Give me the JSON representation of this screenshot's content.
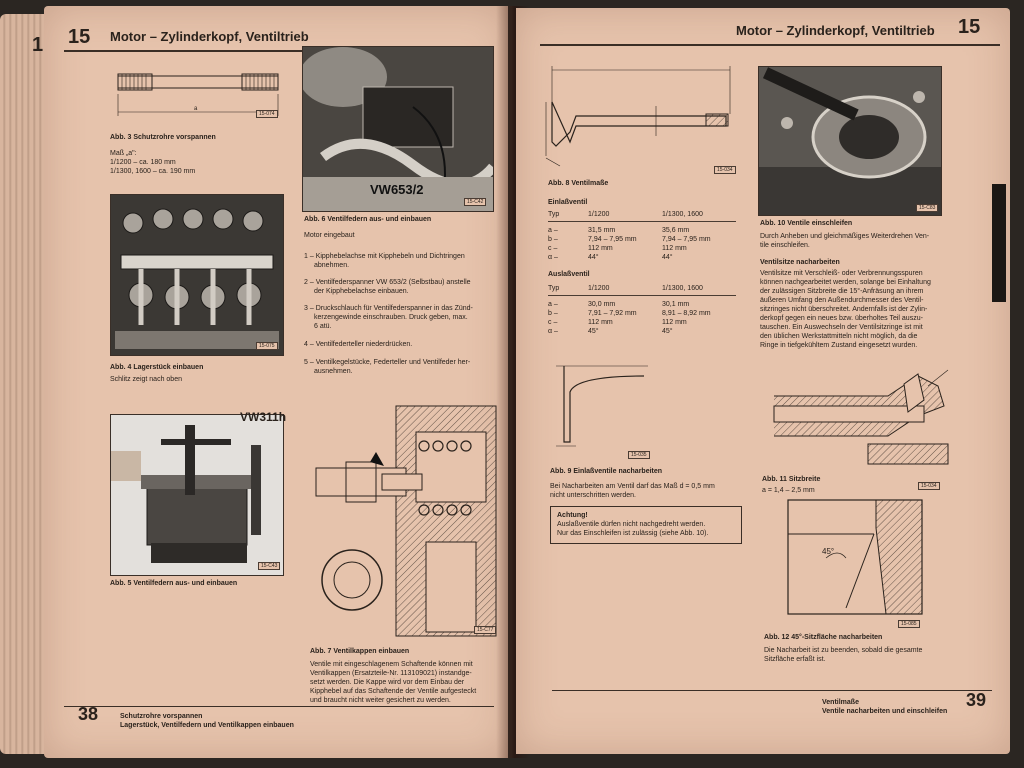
{
  "left_page": {
    "edge_chapter": "1",
    "chapter_number": "15",
    "chapter_title": "Motor – Zylinderkopf, Ventiltrieb",
    "page_number": "38",
    "footer": {
      "line1": "Schutzrohre vorspannen",
      "line2": "Lagerstück, Ventilfedern und Ventilkappen einbauen"
    },
    "fig3": {
      "caption": "Abb. 3 Schutzrohre vorspannen",
      "dim_label": "a",
      "line1": "Maß „a\":",
      "line2": "1/1200 – ca. 180 mm",
      "line3": "1/1300, 1600 – ca. 190 mm",
      "ref": "15-074"
    },
    "fig4": {
      "caption": "Abb. 4 Lagerstück einbauen",
      "text": "Schlitz zeigt nach oben",
      "ref": "15-075"
    },
    "fig5": {
      "caption": "Abb. 5 Ventilfedern aus- und einbauen",
      "tool_label": "VW311h",
      "ref": "15-C43"
    },
    "fig6": {
      "caption": "Abb. 6 Ventilfedern aus- und einbauen",
      "tool_label": "VW653/2",
      "ref": "15-C42",
      "intro": "Motor eingebaut",
      "steps": [
        {
          "n": "1 –",
          "t1": "Kipphebelachse mit Kipphebeln und Dichtringen",
          "t2": "abnehmen."
        },
        {
          "n": "2 –",
          "t1": "Ventilfederspanner VW 653/2 (Selbstbau) anstelle",
          "t2": "der Kipphebelachse einbauen."
        },
        {
          "n": "3 –",
          "t1": "Druckschlauch für Ventilfederspanner in das Zünd-",
          "t2": "kerzengewinde einschrauben. Druck geben, max.",
          "t3": "6 atü."
        },
        {
          "n": "4 –",
          "t1": "Ventilfederteller niederdrücken."
        },
        {
          "n": "5 –",
          "t1": "Ventilkegelstücke, Federteller und Ventilfeder her-",
          "t2": "ausnehmen."
        }
      ]
    },
    "fig7": {
      "caption": "Abb. 7 Ventilkappen einbauen",
      "lines": [
        "Ventile mit eingeschlagenem Schaftende können mit",
        "Ventilkappen (Ersatzteile-Nr. 113109021) instandge-",
        "setzt werden. Die Kappe wird vor dem Einbau der",
        "Kipphebel auf das Schaftende der Ventile aufgesteckt",
        "und braucht nicht weiter gesichert zu werden."
      ],
      "ref": "15-C77"
    }
  },
  "right_page": {
    "chapter_number": "15",
    "chapter_title": "Motor – Zylinderkopf, Ventiltrieb",
    "page_number": "39",
    "footer": {
      "line1": "Ventilmaße",
      "line2": "Ventile nacharbeiten und einschleifen"
    },
    "fig8": {
      "caption": "Abb. 8 Ventilmaße",
      "ref": "15-034",
      "inlet": {
        "title": "Einlaßventil",
        "head": [
          "Typ",
          "1/1200",
          "1/1300, 1600"
        ],
        "rows": [
          [
            "a –",
            "31,5 mm",
            "35,6 mm"
          ],
          [
            "b –",
            "7,94 – 7,95 mm",
            "7,94 – 7,95 mm"
          ],
          [
            "c –",
            "112 mm",
            "112 mm"
          ],
          [
            "α –",
            "44°",
            "44°"
          ]
        ]
      },
      "outlet": {
        "title": "Auslaßventil",
        "head": [
          "Typ",
          "1/1200",
          "1/1300, 1600"
        ],
        "rows": [
          [
            "a –",
            "30,0 mm",
            "30,1 mm"
          ],
          [
            "b –",
            "7,91 – 7,92 mm",
            "8,91 – 8,92 mm"
          ],
          [
            "c –",
            "112 mm",
            "112 mm"
          ],
          [
            "α –",
            "45°",
            "45°"
          ]
        ]
      }
    },
    "fig9": {
      "caption": "Abb. 9 Einlaßventile nacharbeiten",
      "ref": "15-035",
      "line1": "Bei Nacharbeiten am Ventil darf das Maß d = 0,5 mm",
      "line2": "nicht unterschritten werden."
    },
    "note": {
      "title": "Achtung!",
      "line1": "Auslaßventile dürfen nicht nachgedreht werden.",
      "line2": "Nur das Einschleifen ist zulässig (siehe Abb. 10)."
    },
    "fig10": {
      "caption": "Abb. 10 Ventile einschleifen",
      "ref": "15-C83",
      "line1": "Durch Anheben und gleichmäßiges Weiterdrehen Ven-",
      "line2": "tile einschleifen."
    },
    "seats": {
      "heading": "Ventilsitze nacharbeiten",
      "lines": [
        "Ventilsitze mit Verschleiß- oder Verbrennungsspuren",
        "können nachgearbeitet werden, solange bei Einhaltung",
        "der zulässigen Sitzbreite die 15°-Anfräsung an ihrem",
        "äußeren Umfang den Außendurchmesser des Ventil-",
        "sitzringes nicht überschreitet. Andernfalls ist der Zylin-",
        "derkopf gegen ein neues bzw. überholtes Teil auszu-",
        "tauschen. Ein Auswechseln der Ventilsitzringe ist mit",
        "den üblichen Werkstattmitteln nicht möglich, da die",
        "Ringe in tiefgekühltem Zustand eingesetzt wurden."
      ]
    },
    "fig11": {
      "caption": "Abb. 11 Sitzbreite",
      "text": "a = 1,4 – 2,5 mm",
      "ref": "15-034"
    },
    "fig12": {
      "caption": "Abb. 12 45°-Sitzfläche nacharbeiten",
      "angle": "45°",
      "ref": "15-085",
      "line1": "Die Nacharbeit ist zu beenden, sobald die gesamte",
      "line2": "Sitzfläche erfaßt ist."
    }
  }
}
